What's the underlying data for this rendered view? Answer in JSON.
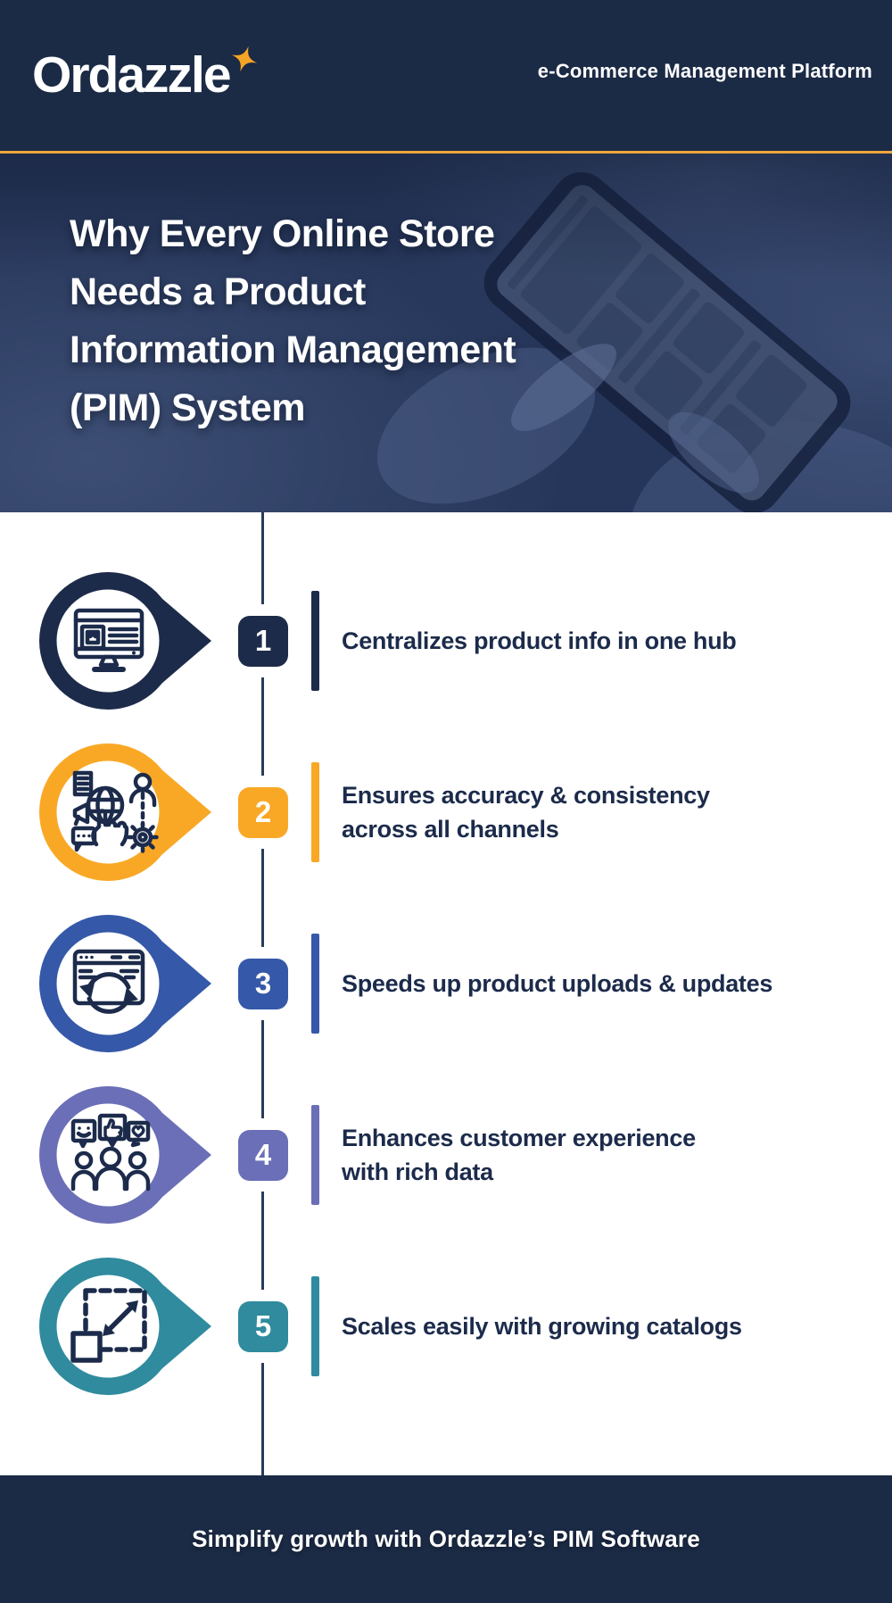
{
  "header": {
    "logo": "Ordazzle",
    "tagline": "e-Commerce Management Platform"
  },
  "hero": {
    "title_line1": "Why Every Online Store",
    "title_line2": "Needs a Product",
    "title_line3": "Information Management",
    "title_line4": "(PIM) System"
  },
  "items": [
    {
      "number": "1",
      "line1": "Centralizes product info in one hub",
      "line2": "",
      "accent": "#1D2B4A",
      "icon": "desktop-product-page-icon"
    },
    {
      "number": "2",
      "line1": "Ensures accuracy & consistency",
      "line2": "across all channels",
      "accent": "#F9A826",
      "icon": "global-channels-icon"
    },
    {
      "number": "3",
      "line1": "Speeds up product uploads & updates",
      "line2": "",
      "accent": "#3558A8",
      "icon": "browser-sync-icon"
    },
    {
      "number": "4",
      "line1": "Enhances customer experience",
      "line2": "with rich data",
      "accent": "#6B6FB7",
      "icon": "customer-feedback-icon"
    },
    {
      "number": "5",
      "line1": "Scales easily with growing catalogs",
      "line2": "",
      "accent": "#2F8B9D",
      "icon": "scale-catalog-icon"
    }
  ],
  "footer": {
    "text": "Simplify growth with Ordazzle’s PIM Software"
  },
  "colors": {
    "navy_bg": "#1B2A45",
    "text_navy": "#1C2B4B",
    "gold_line": "#EFA53C",
    "star_orange": "#F6A425",
    "hero_bg": "#26365A",
    "connector_line": "#2B3A58",
    "orange": "#F9A826",
    "blue": "#3558A8",
    "purple": "#6B6FB7",
    "teal": "#2F8B9D"
  }
}
